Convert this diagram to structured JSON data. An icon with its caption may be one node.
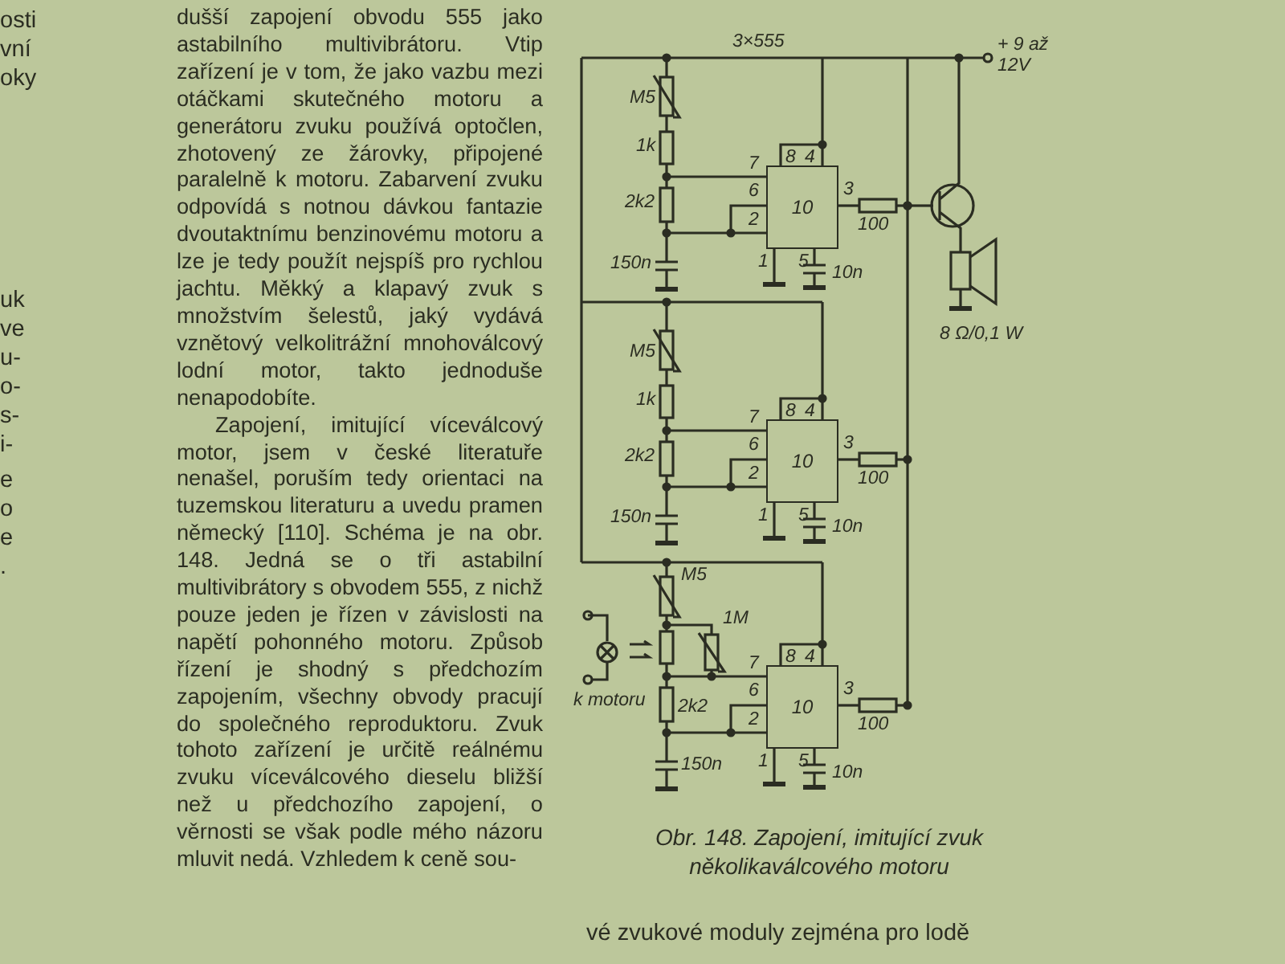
{
  "diagram": {
    "caption": "Obr. 148. Zapojení, imitující zvuk několikaválcového motoru",
    "nodes": [
      {
        "text": [
          "10"
        ]
      },
      {
        "text": [
          "10"
        ]
      },
      {
        "text": [
          "10"
        ]
      }
    ],
    "labels": [
      "osti",
      "vní",
      "oky",
      "uk",
      "ve",
      "u-",
      "o-",
      "s-",
      "i-",
      "e",
      "o",
      "e",
      ".",
      "dušší zapojení obvodu 555 jako astabilního multivibrátoru. Vtip zařízení je v tom, že jako vazbu mezi otáčkami skutečného motoru a generátoru zvuku používá optočlen, zhotovený ze žárovky, připojené paralelně k motoru. Zabarvení zvuku odpovídá s notnou dávkou fantazie dvoutaktnímu benzinovému motoru a lze je tedy použít nejspíš pro rychlou jachtu. Měkký a klapavý zvuk s množstvím šelestů, jaký vydává vznětový velkolitrážní mnohoválcový lodní motor, takto jednoduše nenapodobíte.",
      "Zapojení, imitující víceválcový motor, jsem v české literatuře nenašel, poruším tedy orientaci na tuzemskou literaturu a uvedu pramen německý [110]. Schéma je na obr. 148. Jedná se o tři astabilní multivibrátory s obvodem 555, z nichž pouze jeden je řízen v závislosti na napětí pohonného motoru. Způsob řízení je shodný s předchozím zapojením, všechny obvody pracují do společného reproduktoru. Zvuk tohoto zařízení je určitě reálnému zvuku víceválcového dieselu bližší než u předchozího zapojení, o věrnosti se však podle mého názoru mluvit nedá. Vzhledem k ceně sou-",
      "3×555",
      "+ 9 až 12V",
      "M5",
      "1k",
      "2k2",
      "150n",
      "7",
      "8",
      "4",
      "6",
      "2",
      "3",
      "100",
      "1",
      "5",
      "10n",
      "8 Ω/0,1 W",
      "M5",
      "1k",
      "2k2",
      "150n",
      "7",
      "8",
      "4",
      "6",
      "2",
      "3",
      "100",
      "1",
      "5",
      "10n",
      "M5",
      "1M",
      "k motoru",
      "2k2",
      "150n",
      "7",
      "8",
      "4",
      "6",
      "2",
      "3",
      "100",
      "1",
      "5",
      "10n",
      "vé zvukové moduly zejména pro lodě"
    ]
  }
}
